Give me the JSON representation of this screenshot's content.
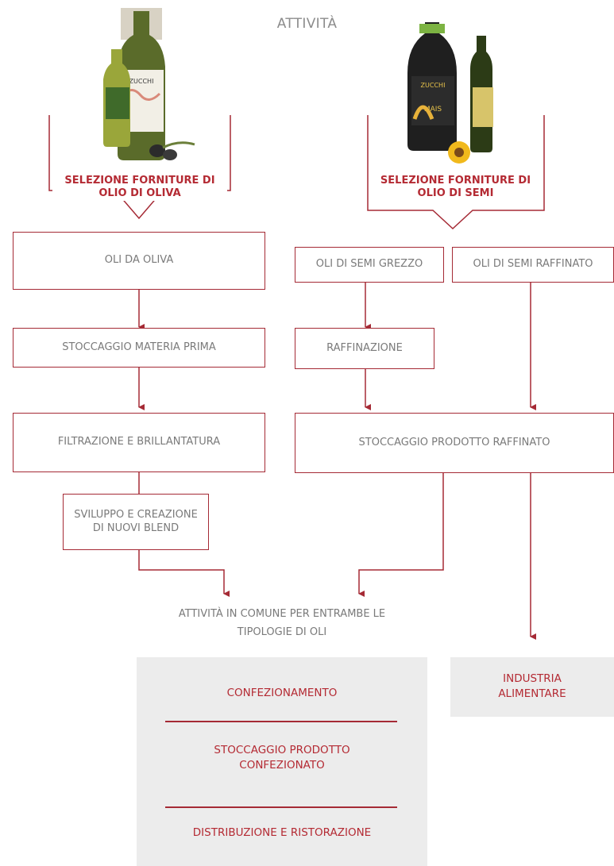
{
  "title": "ATTIVITÀ",
  "colors": {
    "accent": "#a52a35",
    "label_grey": "#7a7a7a",
    "panel_grey": "#ececec"
  },
  "olive": {
    "selection_label": "SELEZIONE FORNITURE DI OLIO DI OLIVA",
    "bottle_brand": "ZUCCHI",
    "steps": [
      "OLI DA OLIVA",
      "STOCCAGGIO MATERIA PRIMA",
      "FILTRAZIONE E BRILLANTATURA",
      "SVILUPPO E CREAZIONE DI NUOVI BLEND"
    ]
  },
  "seed": {
    "selection_label": "SELEZIONE FORNITURE DI OLIO DI SEMI",
    "bottle_brand": "ZUCCHI",
    "bottle_product": "MAIS",
    "raw": "OLI DI SEMI GREZZO",
    "refined_input": "OLI DI SEMI RAFFINATO",
    "refining": "RAFFINAZIONE",
    "refined_storage": "STOCCAGGIO PRODOTTO RAFFINATO"
  },
  "common": {
    "label": "ATTIVITÀ IN COMUNE PER ENTRAMBE LE TIPOLOGIE DI OLI",
    "items": [
      "CONFEZIONAMENTO",
      "STOCCAGGIO PRODOTTO CONFEZIONATO",
      "DISTRIBUZIONE E RISTORAZIONE"
    ]
  },
  "industry": "INDUSTRIA ALIMENTARE"
}
